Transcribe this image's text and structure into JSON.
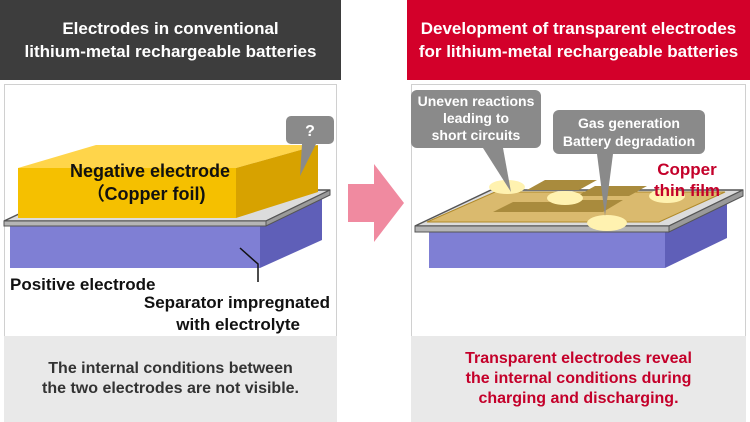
{
  "left_panel": {
    "title_lines": [
      "Electrodes in conventional",
      "lithium-metal rechargeable batteries"
    ],
    "negative_electrode": "Negative electrode",
    "copper_foil": "（Copper foil)",
    "question_mark": "?",
    "positive_electrode": "Positive electrode",
    "separator_lines": [
      "Separator impregnated",
      "with electrolyte"
    ],
    "caption_lines": [
      "The internal conditions between",
      "the two electrodes are not visible."
    ]
  },
  "right_panel": {
    "title_lines": [
      "Development of transparent electrodes",
      "for lithium-metal rechargeable batteries"
    ],
    "callout_uneven_lines": [
      "Uneven reactions",
      "leading to",
      "short circuits"
    ],
    "callout_gas_lines": [
      "Gas generation",
      "Battery degradation"
    ],
    "copper_thin_film_lines": [
      "Copper",
      "thin film"
    ],
    "caption_lines": [
      "Transparent electrodes reveal",
      "the internal conditions during",
      "charging and discharging."
    ]
  },
  "colors": {
    "header_left": "#3d3d3d",
    "header_right": "#d3002a",
    "copper_foil": "#f5c000",
    "thin_film": "#d9b45a",
    "positive_electrode": "#7f7fd4",
    "arrow": "#f08aa0",
    "callout": "#8a8a8a"
  }
}
